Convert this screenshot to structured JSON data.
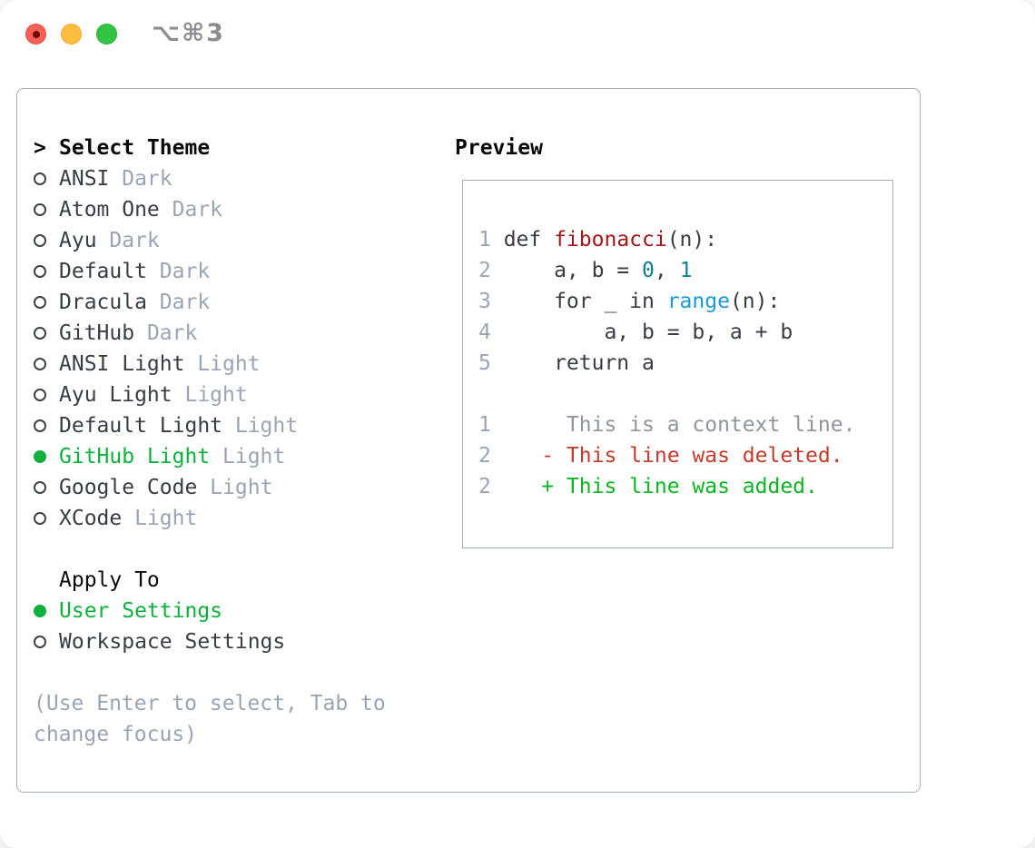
{
  "window": {
    "title": "⌥⌘3",
    "traffic_lights": [
      "close",
      "minimize",
      "zoom"
    ]
  },
  "colors": {
    "ui_green": "#0cb13c",
    "text_dark": "#373d44",
    "text_black": "#0a0a0a",
    "text_muted": "#9aa4b2",
    "panel_border": "#a4acb8",
    "plain": "#373d44",
    "function": "#a3161a",
    "number": "#0f7f8b",
    "builtin": "#189ad3",
    "context": "#8e959e",
    "deleted": "#c43a2c",
    "added": "#0db422",
    "traffic_red": "#f86057",
    "traffic_yellow": "#fdbd3e",
    "traffic_green": "#33c442"
  },
  "theme_list": {
    "prefix": ">",
    "header": "Select Theme",
    "items": [
      {
        "name": "ANSI",
        "variant": "Dark",
        "selected": false
      },
      {
        "name": "Atom One",
        "variant": "Dark",
        "selected": false
      },
      {
        "name": "Ayu",
        "variant": "Dark",
        "selected": false
      },
      {
        "name": "Default",
        "variant": "Dark",
        "selected": false
      },
      {
        "name": "Dracula",
        "variant": "Dark",
        "selected": false
      },
      {
        "name": "GitHub",
        "variant": "Dark",
        "selected": false
      },
      {
        "name": "ANSI Light",
        "variant": "Light",
        "selected": false
      },
      {
        "name": "Ayu Light",
        "variant": "Light",
        "selected": false
      },
      {
        "name": "Default Light",
        "variant": "Light",
        "selected": false
      },
      {
        "name": "GitHub Light",
        "variant": "Light",
        "selected": true
      },
      {
        "name": "Google Code",
        "variant": "Light",
        "selected": false
      },
      {
        "name": "XCode",
        "variant": "Light",
        "selected": false
      }
    ]
  },
  "apply_to": {
    "header": "Apply To",
    "options": [
      {
        "label": "User Settings",
        "selected": true
      },
      {
        "label": "Workspace Settings",
        "selected": false
      }
    ]
  },
  "hint": {
    "line1": "(Use Enter to select, Tab to",
    "line2": "change focus)"
  },
  "preview": {
    "header": "Preview",
    "lines": [
      {
        "num": "1",
        "segs": [
          [
            "def ",
            "plain"
          ],
          [
            "fibonacci",
            "function"
          ],
          [
            "(n):",
            "plain"
          ]
        ]
      },
      {
        "num": "2",
        "segs": [
          [
            "    a, b = ",
            "plain"
          ],
          [
            "0",
            "number"
          ],
          [
            ", ",
            "plain"
          ],
          [
            "1",
            "number"
          ]
        ]
      },
      {
        "num": "3",
        "segs": [
          [
            "    for _ in ",
            "plain"
          ],
          [
            "range",
            "builtin"
          ],
          [
            "(n):",
            "plain"
          ]
        ]
      },
      {
        "num": "4",
        "segs": [
          [
            "        a, b = b, a + b",
            "plain"
          ]
        ]
      },
      {
        "num": "5",
        "segs": [
          [
            "    return a",
            "plain"
          ]
        ]
      },
      {
        "num": "",
        "segs": []
      },
      {
        "num": "1",
        "segs": [
          [
            "     This is a context line.",
            "context"
          ]
        ]
      },
      {
        "num": "2",
        "segs": [
          [
            "   - This line was deleted.",
            "deleted"
          ]
        ]
      },
      {
        "num": "2",
        "segs": [
          [
            "   + This line was added.",
            "added"
          ]
        ]
      }
    ]
  }
}
